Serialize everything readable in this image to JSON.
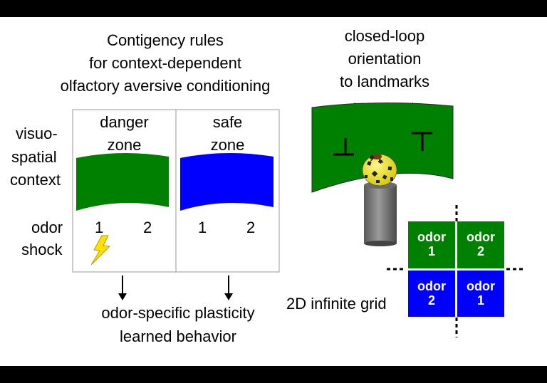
{
  "title_lines": [
    "Contigency rules",
    "for context-dependent",
    "olfactory aversive conditioning"
  ],
  "row_labels": {
    "context_lines": [
      "visuo-",
      "spatial",
      "context"
    ],
    "odor": "odor",
    "shock": "shock"
  },
  "danger_zone": {
    "lines": [
      "danger",
      "zone"
    ],
    "odors": [
      "1",
      "2"
    ],
    "color": "#008000"
  },
  "safe_zone": {
    "lines": [
      "safe",
      "zone"
    ],
    "odors": [
      "1",
      "2"
    ],
    "color": "#0000ff"
  },
  "outcome_lines": [
    "odor-specific plasticity",
    "learned behavior"
  ],
  "setup_lines": [
    "closed-loop",
    "orientation",
    "to landmarks"
  ],
  "grid": {
    "label": "2D infinite grid",
    "cells": [
      {
        "text": [
          "odor",
          "1"
        ],
        "color": "#008000"
      },
      {
        "text": [
          "odor",
          "2"
        ],
        "color": "#008000"
      },
      {
        "text": [
          "odor",
          "2"
        ],
        "color": "#0000ff"
      },
      {
        "text": [
          "odor",
          "1"
        ],
        "color": "#0000ff"
      }
    ]
  },
  "icons": [
    "lightning-icon",
    "down-arrow-icon",
    "double-arrow-icon",
    "fly-on-ball-icon",
    "landmark-inverted-t-icon",
    "landmark-t-icon"
  ]
}
